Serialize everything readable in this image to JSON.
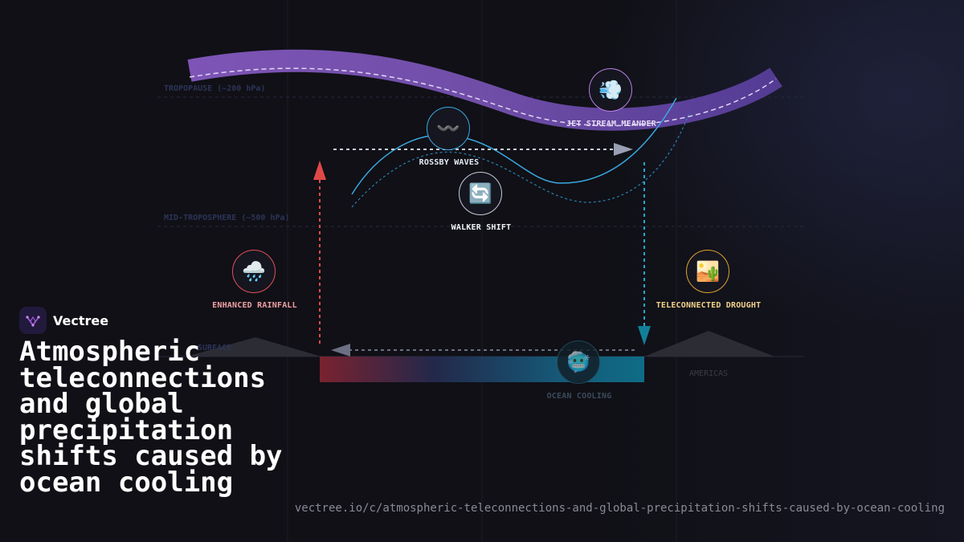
{
  "levels": {
    "tropopause": "TROPOPAUSE (~200 hPa)",
    "mid_troposphere": "MID-TROPOSPHERE (~500 hPa)",
    "surface": "SURFACE"
  },
  "regions": {
    "americas": "AMERICAS"
  },
  "nodes": {
    "jet_stream": {
      "label": "JET STREAM MEANDER",
      "icon": "wind-icon",
      "glyph": "💨",
      "color": "#b77fe0"
    },
    "rossby": {
      "label": "ROSSBY WAVES",
      "icon": "wave-icon",
      "glyph": "〰️",
      "color": "#3aa8e0"
    },
    "walker": {
      "label": "WALKER SHIFT",
      "icon": "cycle-icon",
      "glyph": "🔄",
      "color": "#c8ccd8"
    },
    "rainfall": {
      "label": "ENHANCED RAINFALL",
      "icon": "rain-cloud-icon",
      "glyph": "🌧️",
      "color": "#e0505a"
    },
    "drought": {
      "label": "TELECONNECTED DROUGHT",
      "icon": "desert-icon",
      "glyph": "🏜️",
      "color": "#e0a030"
    },
    "ocean": {
      "label": "OCEAN COOLING",
      "icon": "cold-face-icon",
      "glyph": "🥶",
      "color": "#2a6f8a"
    }
  },
  "colors": {
    "warm": "#e04848",
    "cool": "#1fa9d0",
    "jet": "#8a5cc8"
  },
  "brand": {
    "name": "Vectree",
    "logo_icon": "vectree-logo-icon"
  },
  "title": "Atmospheric teleconnections and global precipitation shifts caused by ocean cooling",
  "url": "vectree.io/c/atmospheric-teleconnections-and-global-precipitation-shifts-caused-by-ocean-cooling"
}
